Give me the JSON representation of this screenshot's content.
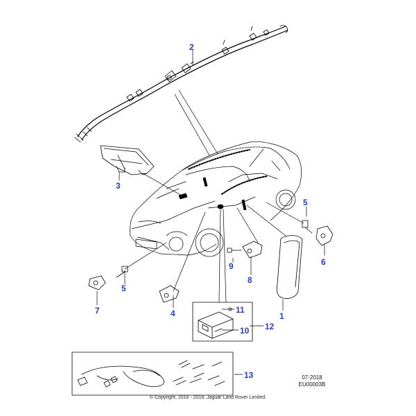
{
  "callouts": {
    "c1": "1",
    "c2": "2",
    "c3": "3",
    "c4": "4",
    "c5a": "5",
    "c5b": "5",
    "c6": "6",
    "c7": "7",
    "c8": "8",
    "c9": "9",
    "c10": "10",
    "c11": "11",
    "c12": "12",
    "c13": "13"
  },
  "meta": {
    "date": "07-2018",
    "code": "EU00003B"
  },
  "copyright": "© Copyright, 2016 - 2018. Jaguar Land Rover Limited.",
  "colors": {
    "callout": "#1f3fd1",
    "line": "#000000"
  },
  "icons": [
    "curtain-airbag-icon",
    "crash-sensor-icon",
    "car-outline-icon",
    "control-module-icon",
    "wiring-harness-icon"
  ]
}
